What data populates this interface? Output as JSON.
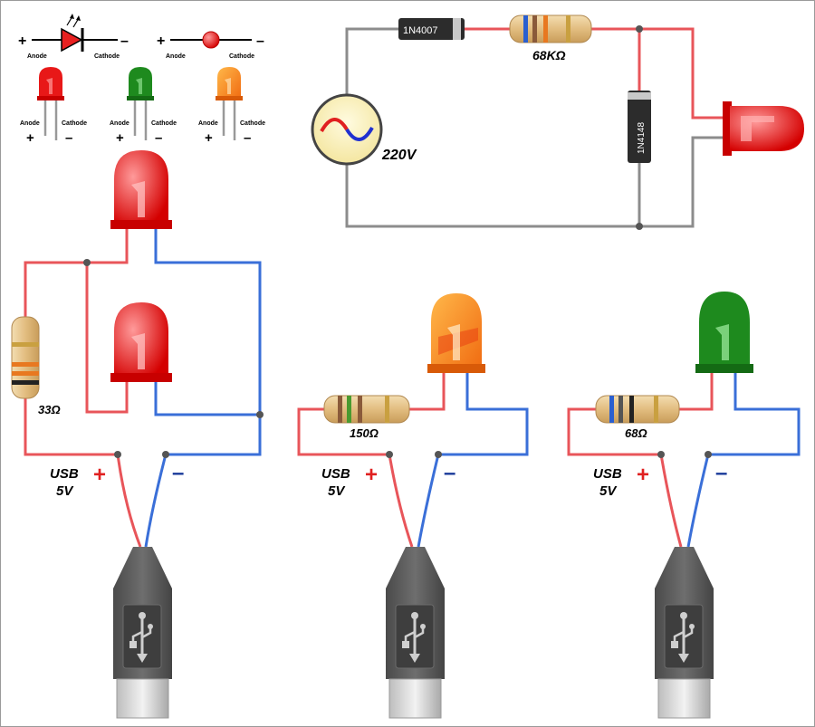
{
  "legend": {
    "led_symbol": {
      "plus": "+",
      "minus": "–",
      "anode": "Anode",
      "cathode": "Cathode"
    },
    "led_bulb_symbol": {
      "plus": "+",
      "minus": "–",
      "anode": "Anode",
      "cathode": "Cathode"
    },
    "leds": [
      {
        "color": "red",
        "anode": "Anode",
        "cathode": "Cathode",
        "plus": "+",
        "minus": "–"
      },
      {
        "color": "green",
        "anode": "Anode",
        "cathode": "Cathode",
        "plus": "+",
        "minus": "–"
      },
      {
        "color": "orange",
        "anode": "Anode",
        "cathode": "Cathode",
        "plus": "+",
        "minus": "–"
      }
    ]
  },
  "mains_circuit": {
    "diode_label": "1N4007",
    "resistor_label": "68KΩ",
    "zener_label": "1N4148",
    "source_label": "220V"
  },
  "usb_circuits": [
    {
      "resistor_label": "33Ω",
      "source_label_1": "USB",
      "source_label_2": "5V",
      "plus": "+",
      "minus": "–"
    },
    {
      "resistor_label": "150Ω",
      "source_label_1": "USB",
      "source_label_2": "5V",
      "plus": "+",
      "minus": "–"
    },
    {
      "resistor_label": "68Ω",
      "source_label_1": "USB",
      "source_label_2": "5V",
      "plus": "+",
      "minus": "–"
    }
  ],
  "colors": {
    "wire_positive": "#e8555a",
    "wire_negative": "#3a6fd8",
    "wire_neutral": "#8c8c8c",
    "led_red": "#e81818",
    "led_green": "#1e8a1e",
    "led_orange": "#f08c18",
    "usb_body": "#5a5a5a"
  }
}
